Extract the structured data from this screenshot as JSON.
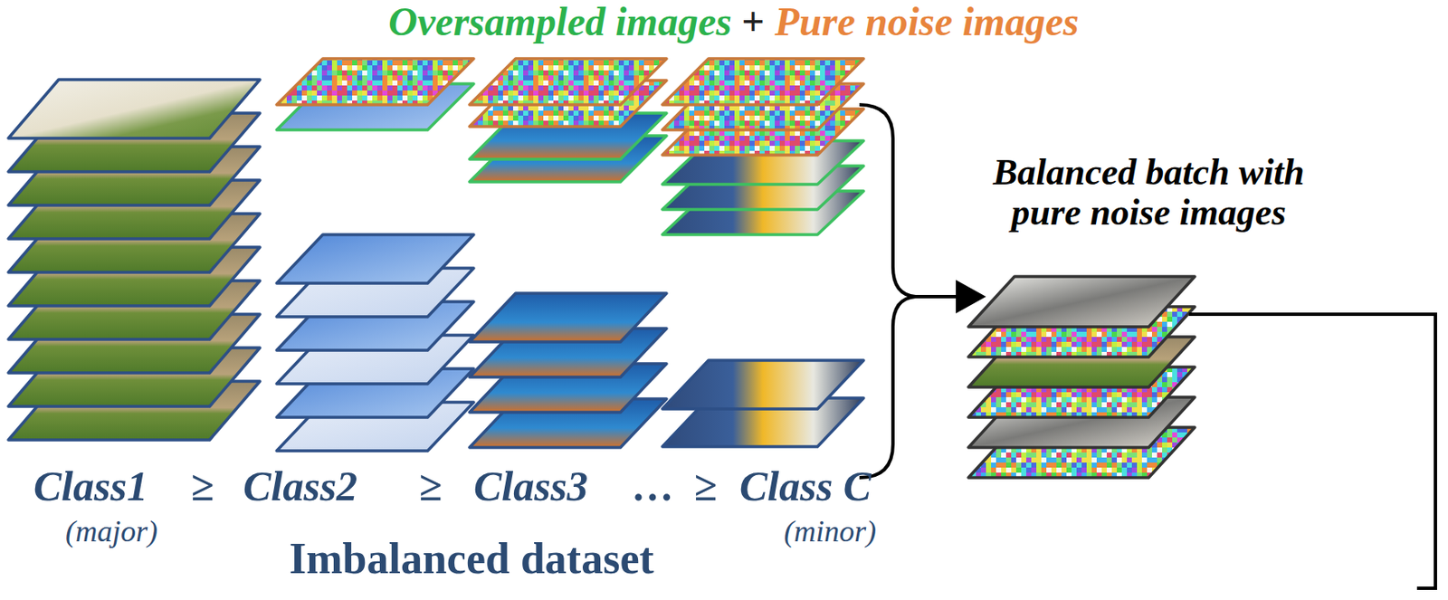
{
  "diagram": {
    "labels": [
      "Oversampled images",
      "+",
      "Pure noise images",
      "Balanced batch with pure noise images",
      "Class1",
      "(major)",
      "≥",
      "Class2",
      "≥",
      "Class3",
      "…",
      "≥",
      "Class C",
      "(minor)",
      "Imbalanced dataset"
    ]
  }
}
